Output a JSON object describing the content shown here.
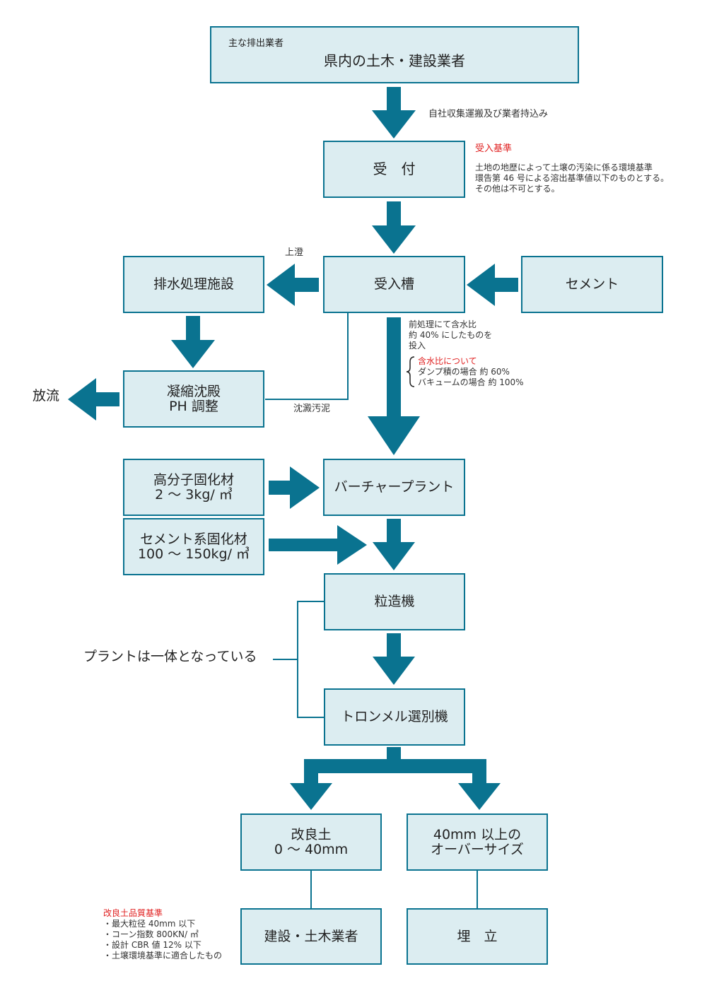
{
  "colors": {
    "arrow": "#0a7390",
    "box_fill": "#dcedf1",
    "box_border": "#0a7390",
    "accent_text": "#e02020"
  },
  "header_box": {
    "small_label": "主な排出業者",
    "title": "県内の土木・建設業者"
  },
  "transport_label": "自社収集運搬及び業者持込み",
  "reception": {
    "label": "受　付",
    "criteria_title": "受入基準",
    "criteria_lines": [
      "土地の地歴によって土壌の汚染に係る環境基準",
      "環告第 46 号による溶出基準値以下のものとする。",
      "その他は不可とする。"
    ]
  },
  "receiving_tank": "受入槽",
  "drainage_facility": "排水処理施設",
  "supernatant_label": "上澄",
  "cement": "セメント",
  "coagulation": {
    "line1": "凝縮沈殿",
    "line2": "PH 調整"
  },
  "discharge_label": "放流",
  "sediment_label": "沈澱汚泥",
  "pretreatment_lines": [
    "前処理にて含水比",
    "約 40% にしたものを",
    "投入"
  ],
  "moisture": {
    "title": "含水比について",
    "line1": "ダンプ積の場合 約 60%",
    "line2": "バキュームの場合 約 100%"
  },
  "polymer_solidifier": {
    "line1": "高分子固化材",
    "line2": "2 ～ 3kg/ ㎥"
  },
  "cement_solidifier": {
    "line1": "セメント系固化材",
    "line2": "100 ～ 150kg/ ㎥"
  },
  "barcher_plant": "バーチャープラント",
  "granulator": "粒造機",
  "plant_integrated_label": "プラントは一体となっている",
  "trommel": "トロンメル選別機",
  "improved_soil": {
    "line1": "改良土",
    "line2": "0 ～ 40mm"
  },
  "oversize": {
    "line1": "40mm 以上の",
    "line2": "オーバーサイズ"
  },
  "construction_contractors": "建設・土木業者",
  "landfill": "埋　立",
  "quality_standard": {
    "title": "改良土品質基準",
    "items": [
      "・最大粒径 40mm 以下",
      "・コーン指数 800KN/ ㎡",
      "・設計 CBR 値 12% 以下",
      "・土壌環境基準に適合したもの"
    ]
  }
}
